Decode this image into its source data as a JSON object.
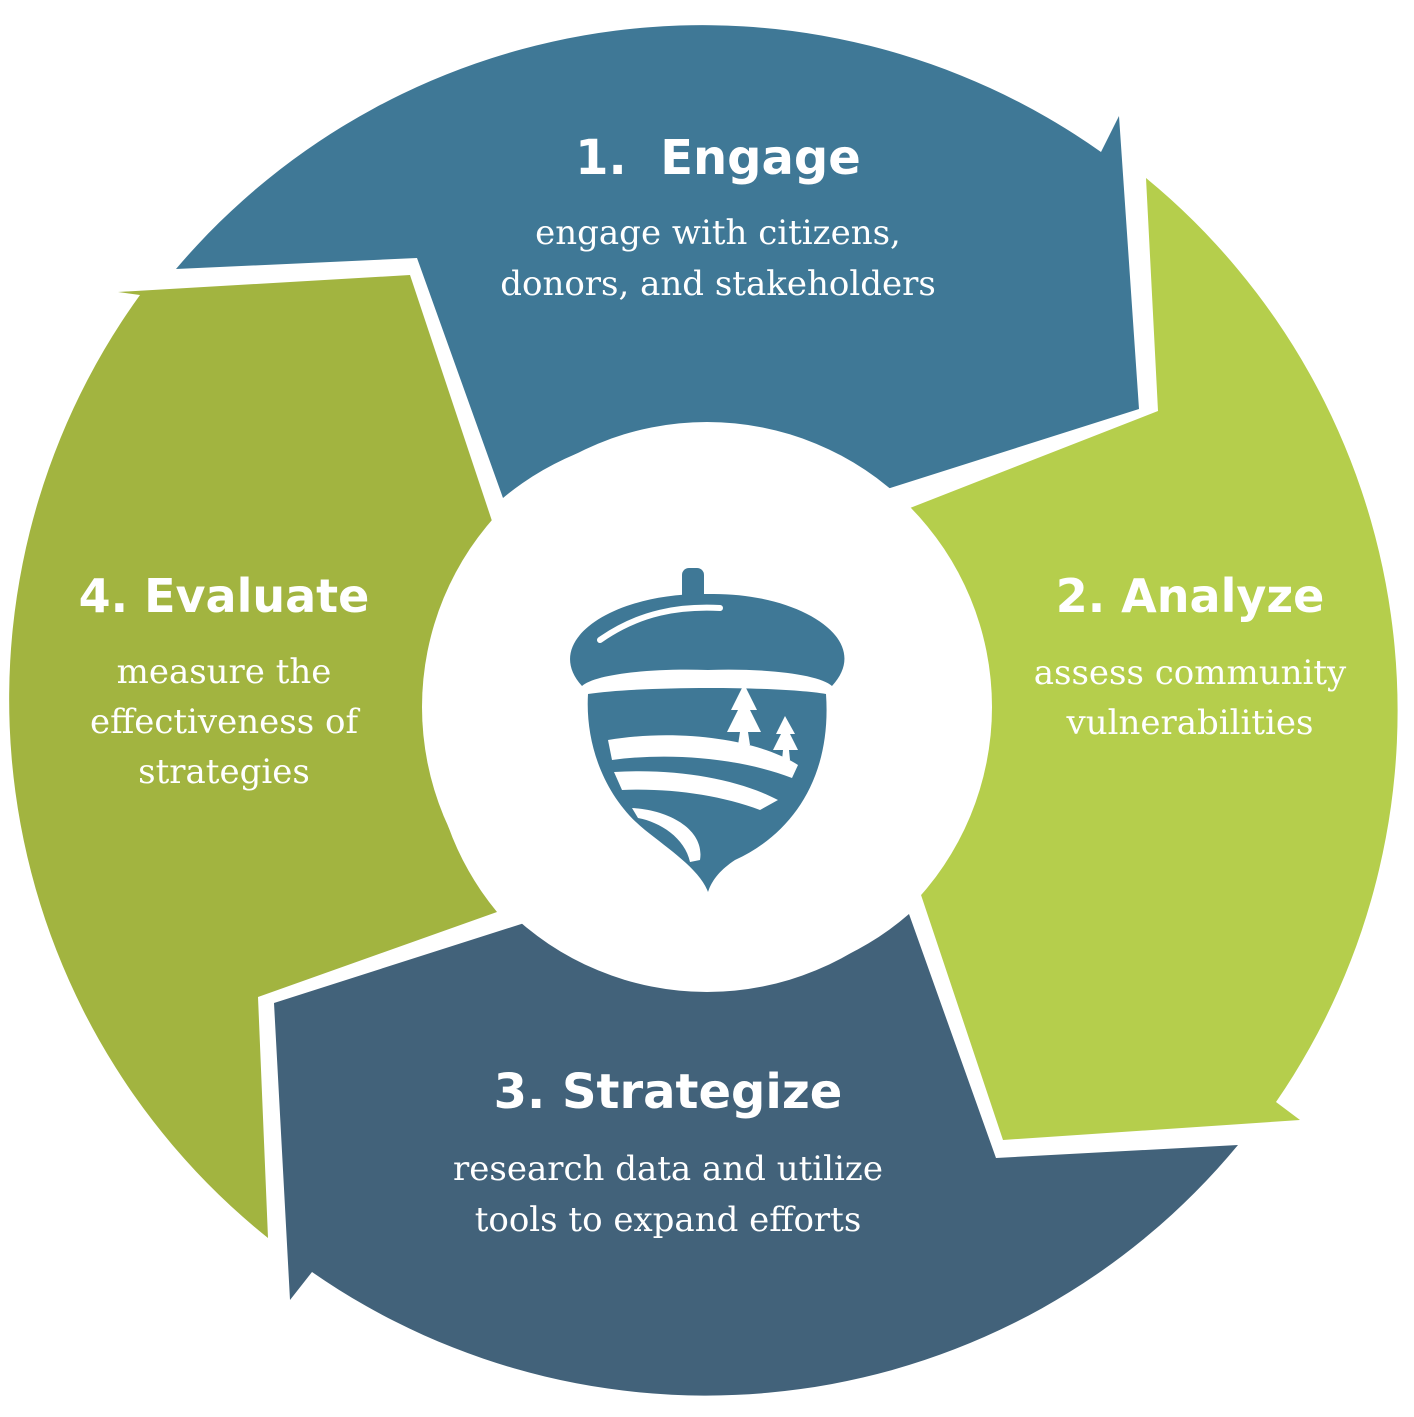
{
  "colors": {
    "engage": "#3f7896",
    "analyze": "#b5ce4c",
    "strategize": "#42627a",
    "evaluate": "#a2b440",
    "center": "#ffffff",
    "logo": "#3f7896",
    "text": "#ffffff"
  },
  "center_logo": {
    "icon": "acorn-landscape-icon"
  },
  "stages": [
    {
      "title": "1.  Engage",
      "desc_lines": [
        "engage with citizens,",
        "donors, and stakeholders"
      ]
    },
    {
      "title": "2. Analyze",
      "desc_lines": [
        "assess community",
        "vulnerabilities"
      ]
    },
    {
      "title": "3. Strategize",
      "desc_lines": [
        "research data and utilize",
        "tools to expand efforts"
      ]
    },
    {
      "title": "4. Evaluate",
      "desc_lines": [
        "measure the",
        "effectiveness of",
        "strategies"
      ]
    }
  ]
}
